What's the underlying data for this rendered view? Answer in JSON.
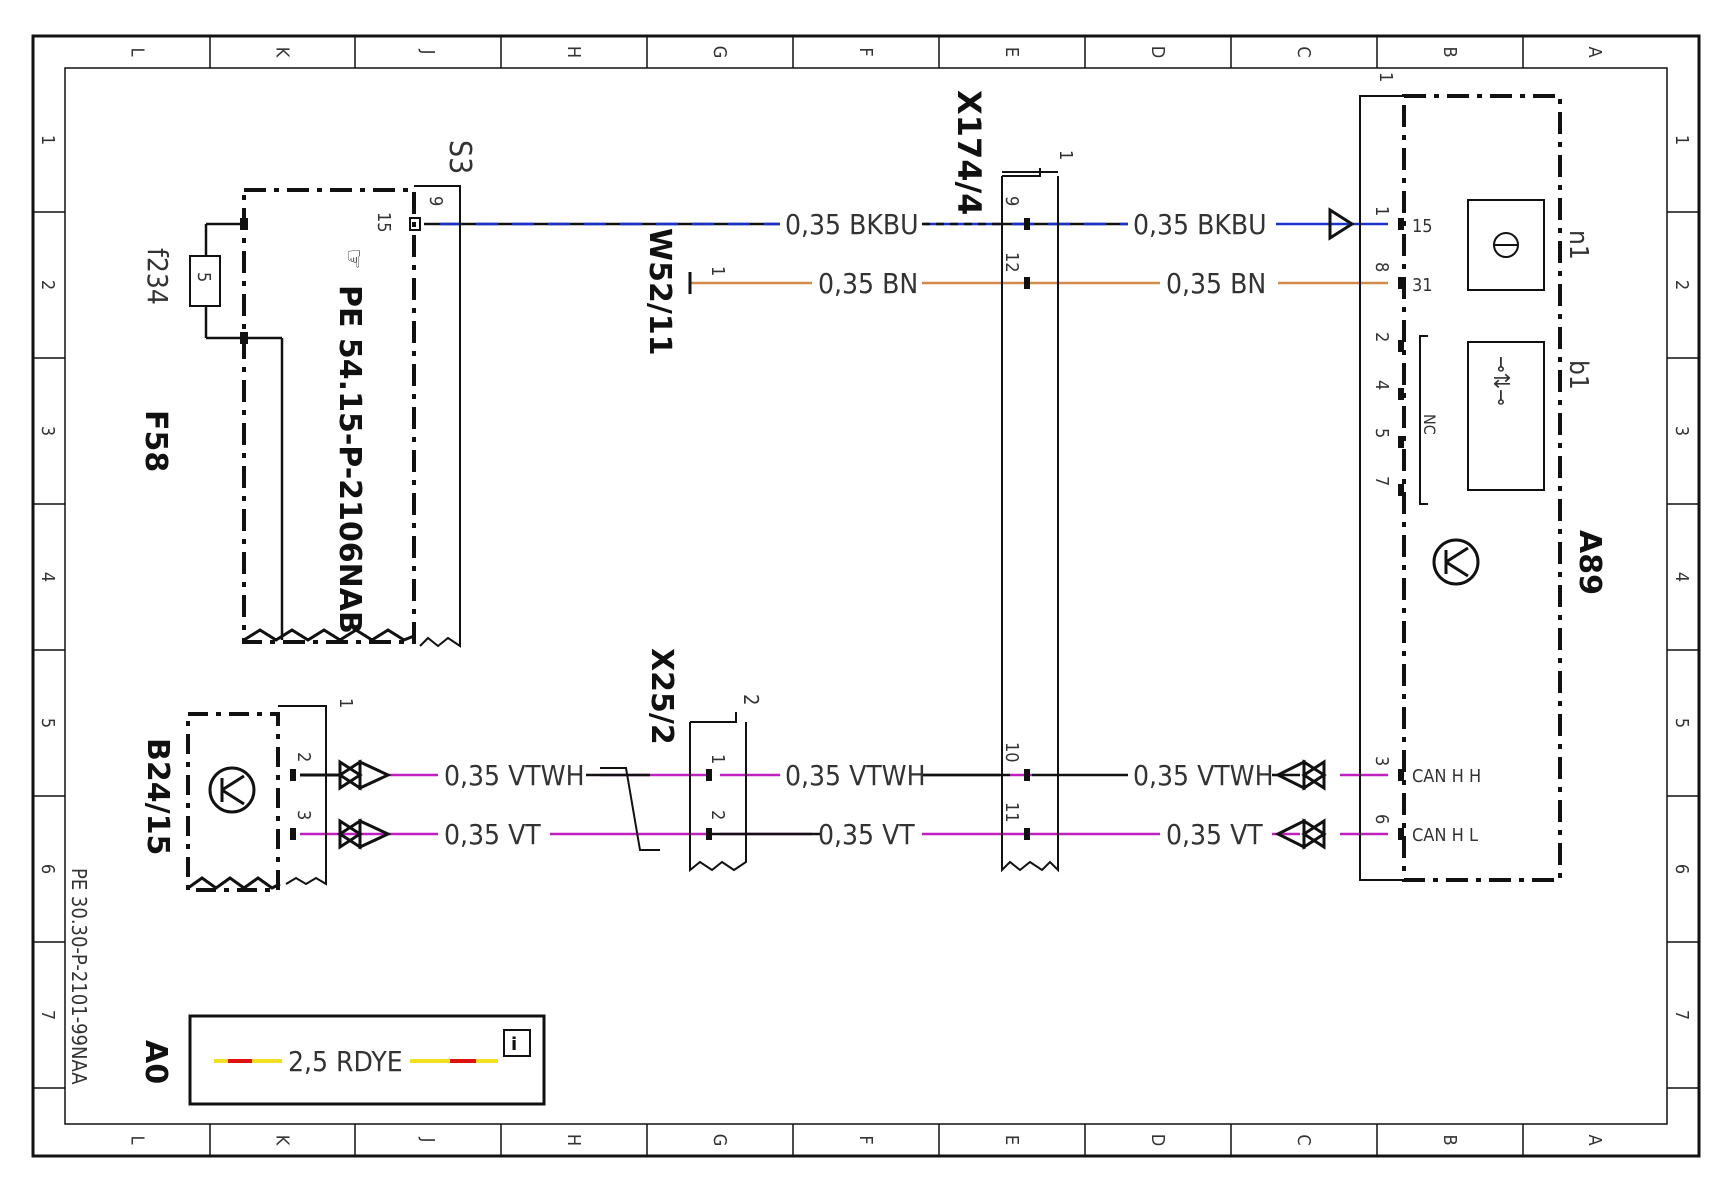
{
  "diagram": {
    "zone_letters": [
      "L",
      "K",
      "J",
      "H",
      "G",
      "F",
      "E",
      "D",
      "C",
      "B",
      "A"
    ],
    "zone_numbers": [
      "1",
      "2",
      "3",
      "4",
      "5",
      "6",
      "7"
    ],
    "document_ref": "PE 30.30-P-2101-99NAA",
    "colors": {
      "frame": "#111111",
      "bkbu": "#1a33cc",
      "bn": "#d08a4a",
      "vt": "#c020c0",
      "red": "#e01010",
      "yellow": "#f0e020"
    },
    "components": {
      "s3": {
        "label": "S3",
        "ref": "PE 54.15-P-2106NAB",
        "pin_9": "9",
        "pin_15": "15"
      },
      "f234": {
        "label": "f234",
        "fuse_value": "5"
      },
      "f58": {
        "label": "F58"
      },
      "x174_4": {
        "label": "X174/4",
        "marker": "1",
        "pins": [
          "9",
          "12",
          "10",
          "11"
        ]
      },
      "w52_11": {
        "label": "W52/11",
        "pin": "1"
      },
      "x25_2": {
        "label": "X25/2",
        "marker": "2",
        "pins": [
          "1",
          "2"
        ]
      },
      "b24_15": {
        "label": "B24/15",
        "marker": "1",
        "pins": [
          "2",
          "3"
        ]
      },
      "a89": {
        "label": "A89",
        "marker": "1",
        "n1": "n1",
        "b1": "b1",
        "nc": "NC",
        "pins_left": [
          "1",
          "8",
          "2",
          "4",
          "5",
          "7",
          "3",
          "6"
        ],
        "pin_15": "15",
        "pin_31": "31",
        "can_h": "CAN H H",
        "can_l": "CAN H L"
      },
      "a0": {
        "label": "A0",
        "legend_wire": "2,5 RDYE"
      }
    },
    "wires": {
      "bkbu": "0,35 BKBU",
      "bn": "0,35 BN",
      "vtwh": "0,35 VTWH",
      "vt": "0,35 VT"
    }
  }
}
